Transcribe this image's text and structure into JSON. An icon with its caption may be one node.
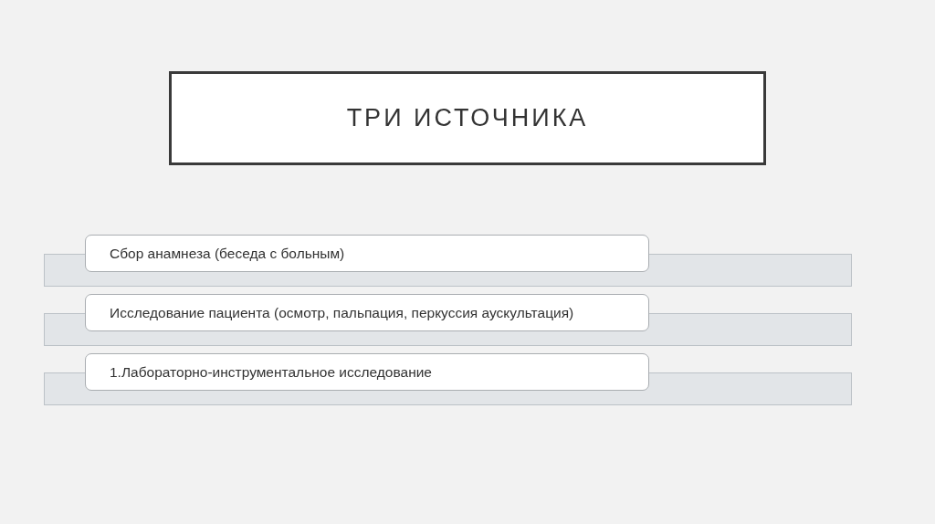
{
  "diagram": {
    "title": "ТРИ ИСТОЧНИКА",
    "nodes": [
      {
        "text": [
          "Сбор анамнеза (беседа с больным)"
        ]
      },
      {
        "text": [
          "Исследование пациента (осмотр, пальпация, перкуссия аускультация)"
        ]
      },
      {
        "text": [
          "1.Лабораторно-инструментальное исследование"
        ]
      }
    ]
  }
}
